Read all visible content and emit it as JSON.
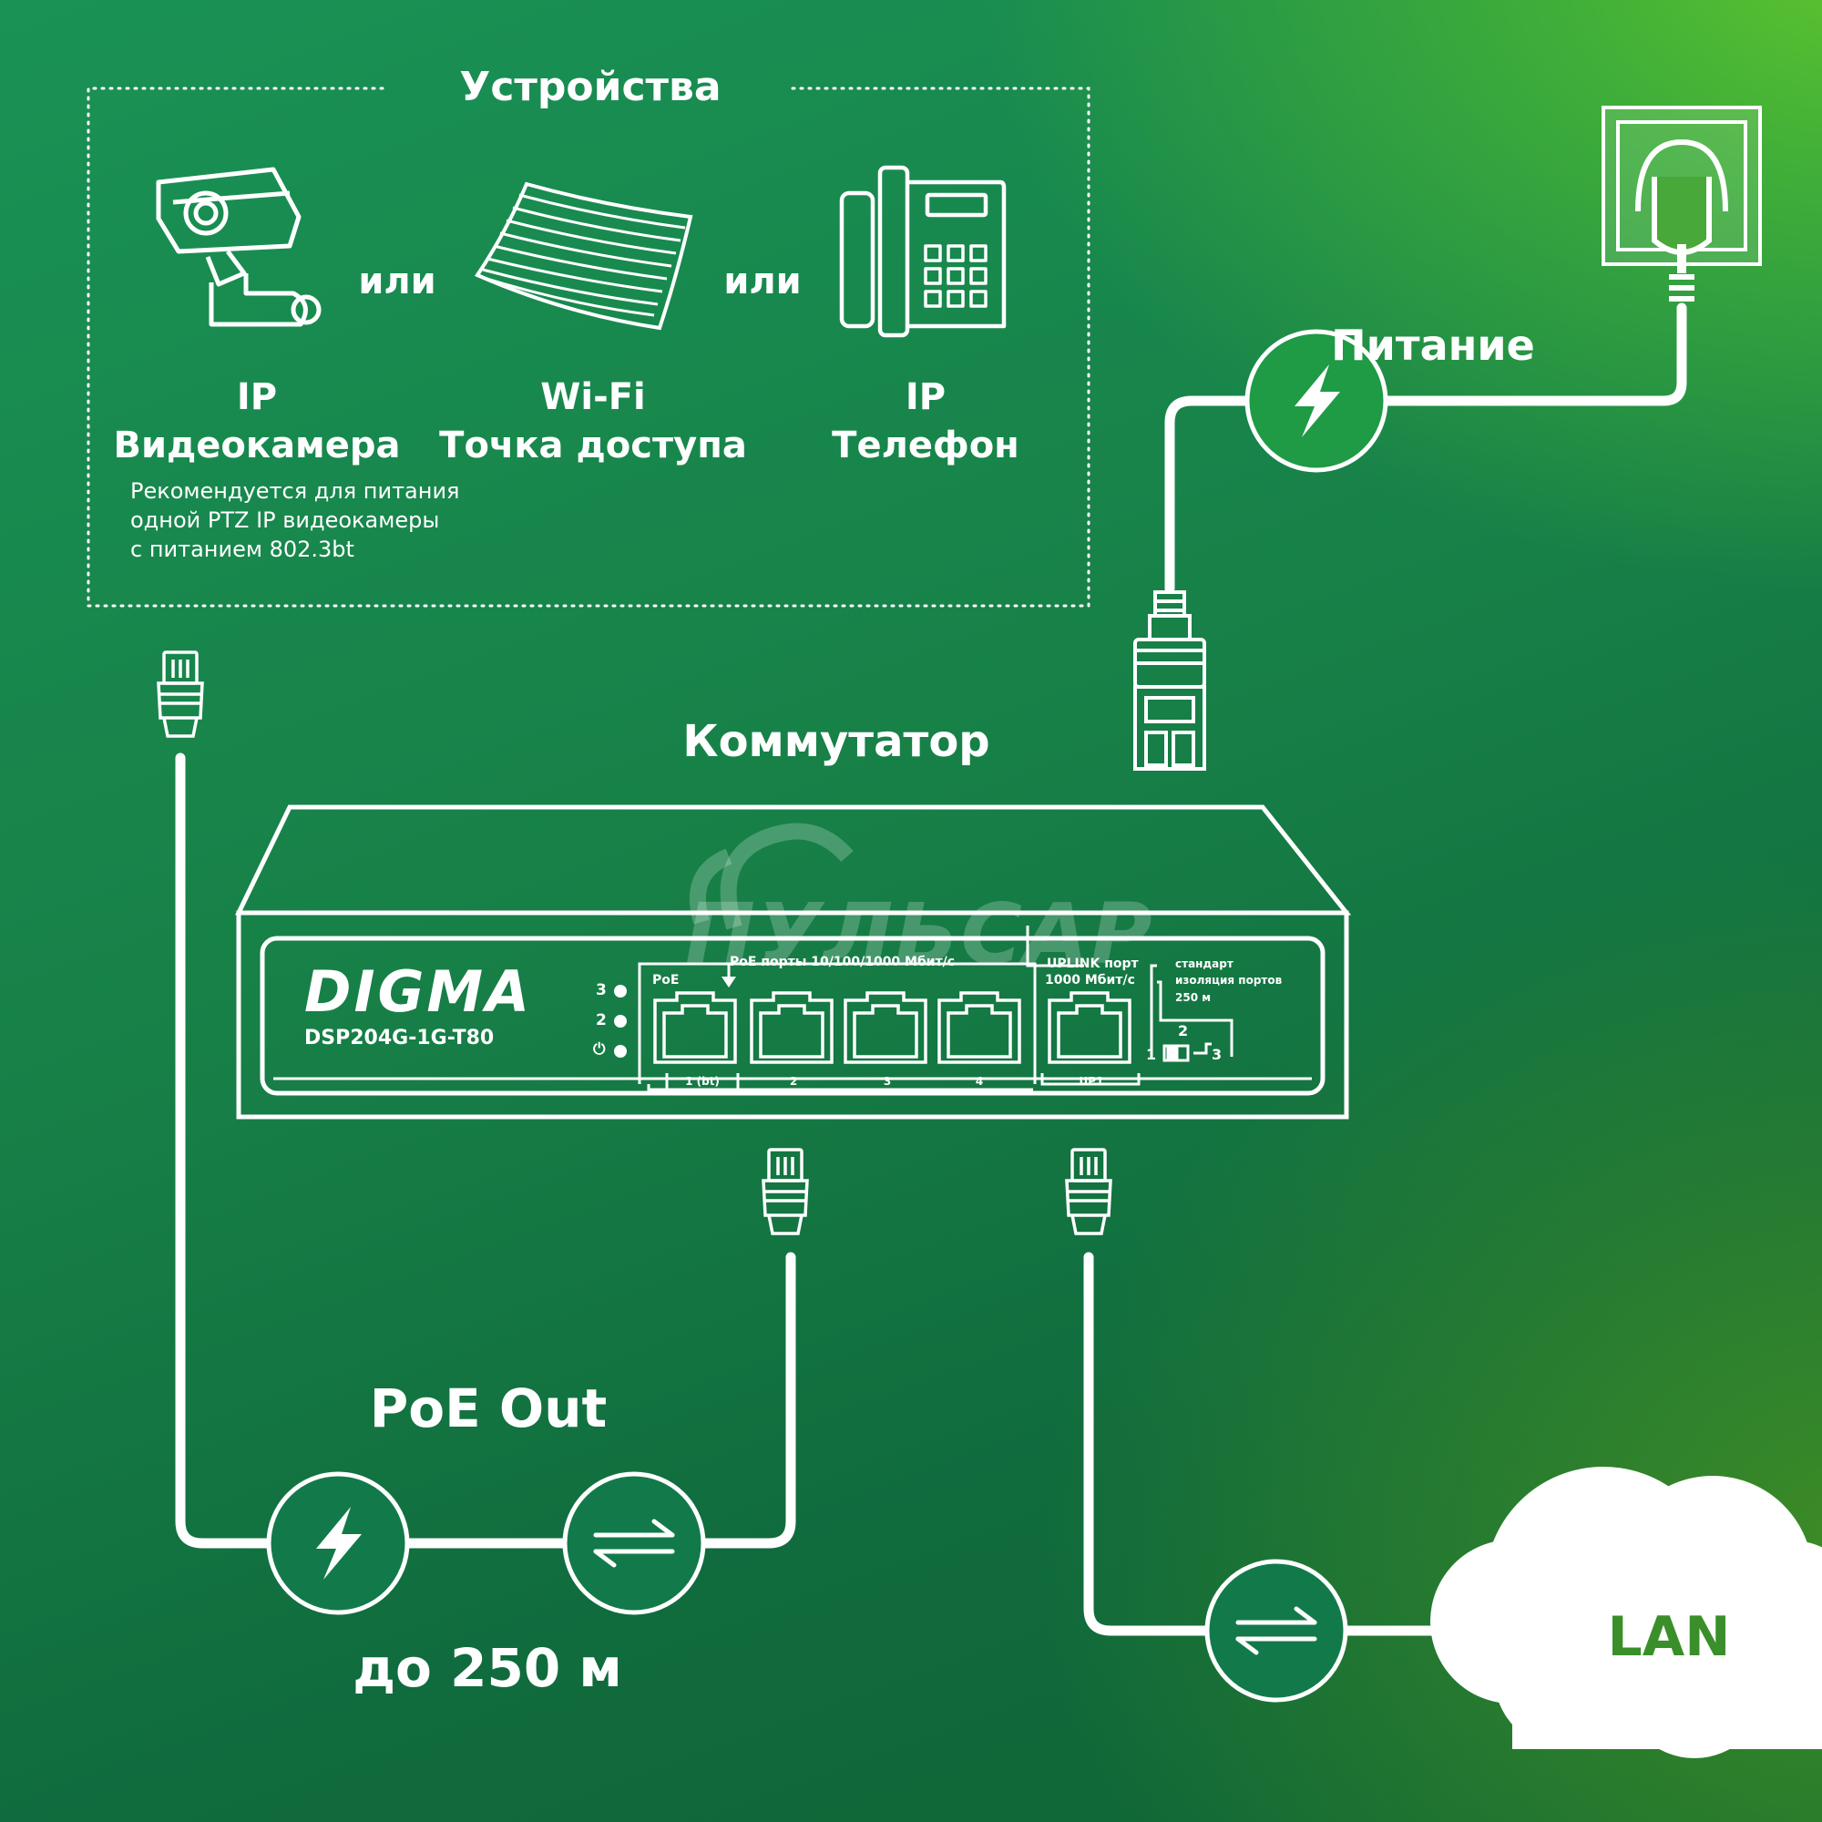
{
  "devices": {
    "title": "Устройства",
    "or_label": "или",
    "items": [
      {
        "line1": "IP",
        "line2": "Видеокамера",
        "icon": "cctv-camera-icon"
      },
      {
        "line1": "Wi-Fi",
        "line2": "Точка доступа",
        "icon": "access-point-icon"
      },
      {
        "line1": "IP",
        "line2": "Телефон",
        "icon": "ip-phone-icon"
      }
    ],
    "note": [
      "Рекомендуется для питания",
      "одной PTZ IP видеокамеры",
      "с питанием 802.3bt"
    ]
  },
  "power": {
    "label": "Питание",
    "icon": "lightning-icon"
  },
  "switch": {
    "title": "Коммутатор",
    "brand": "DIGMA",
    "model": "DSP204G-1G-T80",
    "watermark": "ПУЛЬСАР",
    "poe_group_label": "PoE",
    "poe_ports_header": "PoE порты 10/100/1000 Мбит/с",
    "uplink_header_1": "UPLINK порт",
    "uplink_header_2": "1000 Мбит/с",
    "switch_label_1": "стандарт",
    "switch_label_2": "изоляция портов",
    "switch_label_3": "250 м",
    "switch_positions": [
      "1",
      "2",
      "3"
    ],
    "leds": [
      "3",
      "2",
      "⏻"
    ],
    "ports": [
      "1 (bt)",
      "2",
      "3",
      "4"
    ],
    "uplink_port": "UP1"
  },
  "poe_out": {
    "label": "PoE Out",
    "distance": "до 250 м",
    "icons": [
      "lightning-icon",
      "data-exchange-icon"
    ]
  },
  "lan": {
    "label": "LAN",
    "icon": "data-exchange-icon"
  },
  "colors": {
    "accent_dark": "#117a4a",
    "lan_text": "#3a8f2a",
    "line": "#ffffff"
  }
}
